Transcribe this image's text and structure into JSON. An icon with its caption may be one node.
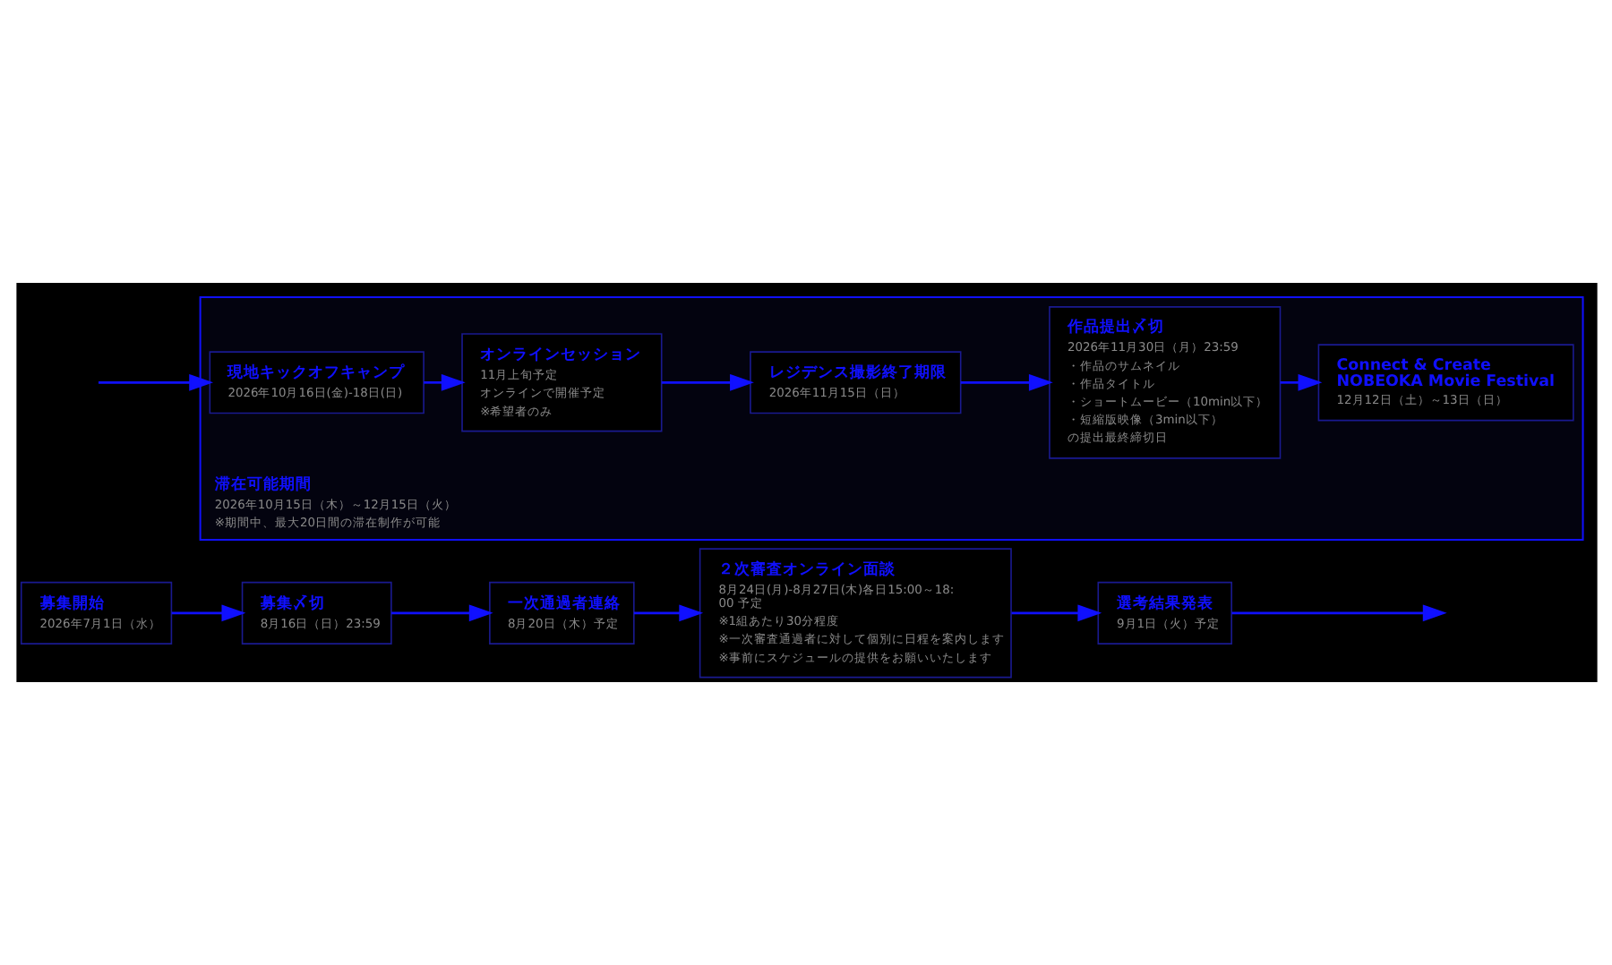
{
  "diagram": {
    "nodes": [
      {
        "text": [
          "募集開始",
          "2026年7月1日（水）"
        ]
      },
      {
        "text": [
          "募集〆切",
          "8月16日（日）23:59"
        ]
      },
      {
        "text": [
          "一次通過者連絡",
          "8月20日（木）予定"
        ]
      },
      {
        "text": [
          "２次審査オンライン面談",
          "8月24日(月)-8月27日(木)各日15:00～18:00 予定",
          "※1組あたり30分程度",
          "※一次審査通過者に対して個別に日程を案内します",
          "※事前にスケジュールの提供をお願いいたします"
        ]
      },
      {
        "text": [
          "選考結果発表",
          "9月1日（火）予定"
        ]
      },
      {
        "text": [
          "滞在可能期間",
          "2026年10月15日（木）～12月15日（火）",
          "※期間中、最大20日間の滞在制作が可能"
        ]
      },
      {
        "text": [
          "現地キックオフキャンプ",
          "2026年10月16日(金)-18日(日)"
        ],
        "in": 5
      },
      {
        "text": [
          "オンラインセッション",
          "11月上旬予定",
          "オンラインで開催予定",
          "※希望者のみ"
        ],
        "in": 5
      },
      {
        "text": [
          "レジデンス撮影終了期限",
          "2026年11月15日（日）"
        ],
        "in": 5
      },
      {
        "text": [
          "作品提出〆切",
          "2026年11月30日（月）23:59",
          "・作品のサムネイル",
          "・作品タイトル",
          "・ショートムービー（10min以下）",
          "・短縮版映像（3min以下）",
          "の提出最終締切日"
        ],
        "in": 5
      },
      {
        "text": [
          "Connect & Create NOBEOKA Movie Festival",
          "12月12日（土）～13日（日）"
        ],
        "in": 5
      }
    ],
    "edges": [
      {
        "from": 0,
        "to": 1,
        "arrow": "to"
      },
      {
        "from": 1,
        "to": 2,
        "arrow": "to"
      },
      {
        "from": 2,
        "to": 3,
        "arrow": "to"
      },
      {
        "from": 3,
        "to": 4,
        "arrow": "to"
      },
      {
        "from": 4,
        "to": null,
        "arrow": "to"
      },
      {
        "from": null,
        "to": 6,
        "arrow": "to"
      },
      {
        "from": 6,
        "to": 7,
        "arrow": "to"
      },
      {
        "from": 7,
        "to": 8,
        "arrow": "to"
      },
      {
        "from": 8,
        "to": 9,
        "arrow": "to"
      },
      {
        "from": 9,
        "to": 10,
        "arrow": "to"
      }
    ]
  }
}
